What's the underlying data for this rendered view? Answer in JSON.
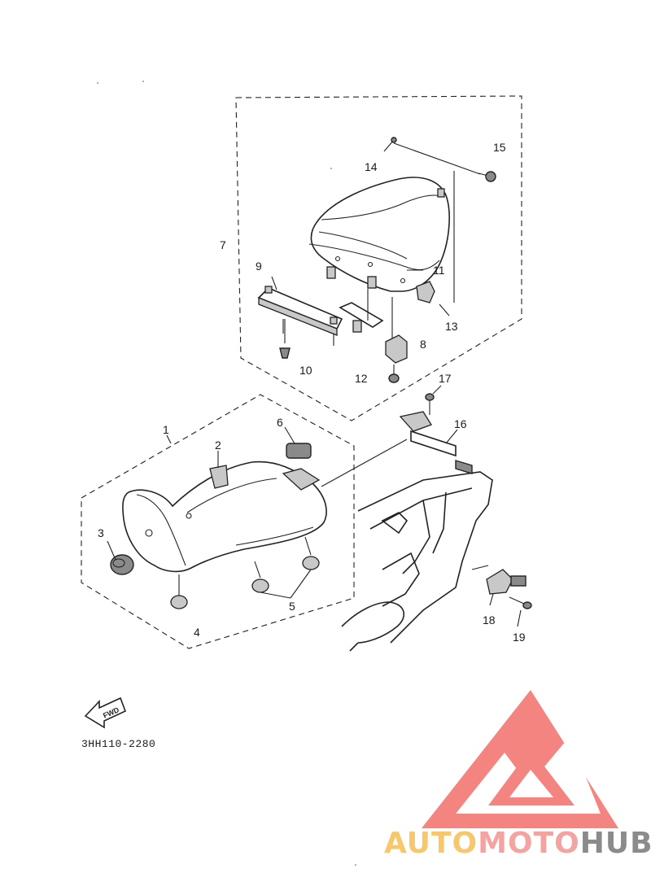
{
  "diagram": {
    "code": "3HH110-2280",
    "fwd_label": "FWD",
    "callouts": {
      "p1": "1",
      "p2": "2",
      "p3": "3",
      "p4": "4",
      "p5": "5",
      "p6": "6",
      "p7": "7",
      "p8": "8",
      "p9": "9",
      "p10": "10",
      "p11": "11",
      "p12": "12",
      "p13": "13",
      "p14": "14",
      "p15": "15",
      "p16": "16",
      "p17": "17",
      "p18": "18",
      "p19": "19"
    }
  },
  "watermark": {
    "part1": "AUTO",
    "part2": "MOTO",
    "part3": "HUB",
    "colors": {
      "auto": "#f7c86b",
      "moto": "#f4a3a0",
      "hub": "#8b8b8b",
      "logo": "#f26f6a"
    }
  }
}
